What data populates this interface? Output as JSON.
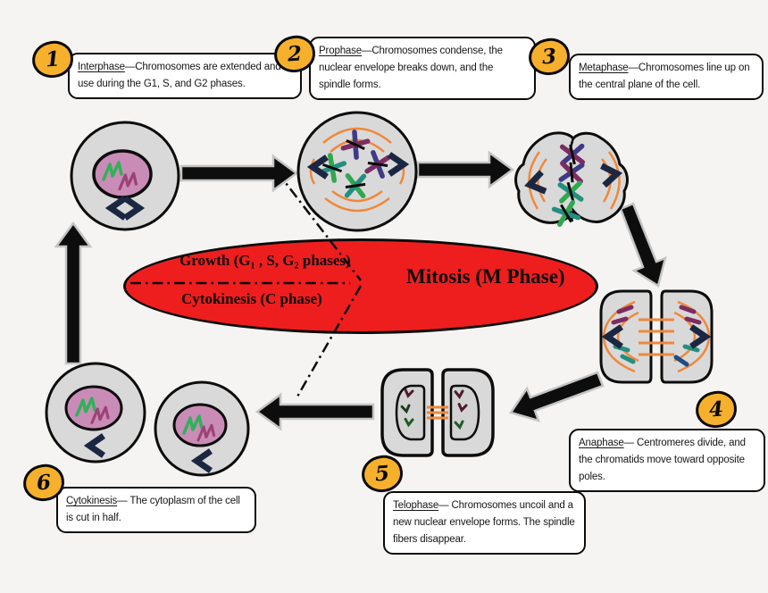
{
  "center": {
    "growth_label": "Growth (G₁ , S, G₂ phases)",
    "cytokinesis_label": "Cytokinesis (C phase)",
    "mitosis_label": "Mitosis (M Phase)"
  },
  "phases": [
    {
      "number": "1",
      "term": "Interphase",
      "separator": "—",
      "description": "Chromosomes are extended and in use during the G1, S, and G2 phases."
    },
    {
      "number": "2",
      "term": "Prophase",
      "separator": "—",
      "description": "Chromosomes condense, the nuclear envelope breaks down, and the spindle forms."
    },
    {
      "number": "3",
      "term": "Metaphase",
      "separator": "—",
      "description": "Chromosomes line up on the central plane of the cell."
    },
    {
      "number": "4",
      "term": "Anaphase",
      "separator": "—",
      "description": " Centromeres divide, and the chromatids move toward opposite poles."
    },
    {
      "number": "5",
      "term": "Telophase",
      "separator": "—",
      "description": " Chromosomes uncoil and a new nuclear envelope forms. The spindle fibers disappear."
    },
    {
      "number": "6",
      "term": "Cytokinesis",
      "separator": "—",
      "description": " The cytoplasm of the cell is cut in half."
    }
  ],
  "colors": {
    "background": "#f5f4f2",
    "cell_fill": "#d9d9d9",
    "nucleus_fill": "#c98cb6",
    "spindle_orange": "#f0883a",
    "chromosome_green": "#2fa84e",
    "chromosome_teal": "#238f7e",
    "chromosome_purple": "#3f3a85",
    "chromosome_maroon": "#7b2d62",
    "centriole_navy": "#1b2742",
    "cycle_ellipse_red": "#ee1e1e",
    "badge_yellow": "#f6b02c",
    "arrow_black": "#0d0d0d"
  }
}
